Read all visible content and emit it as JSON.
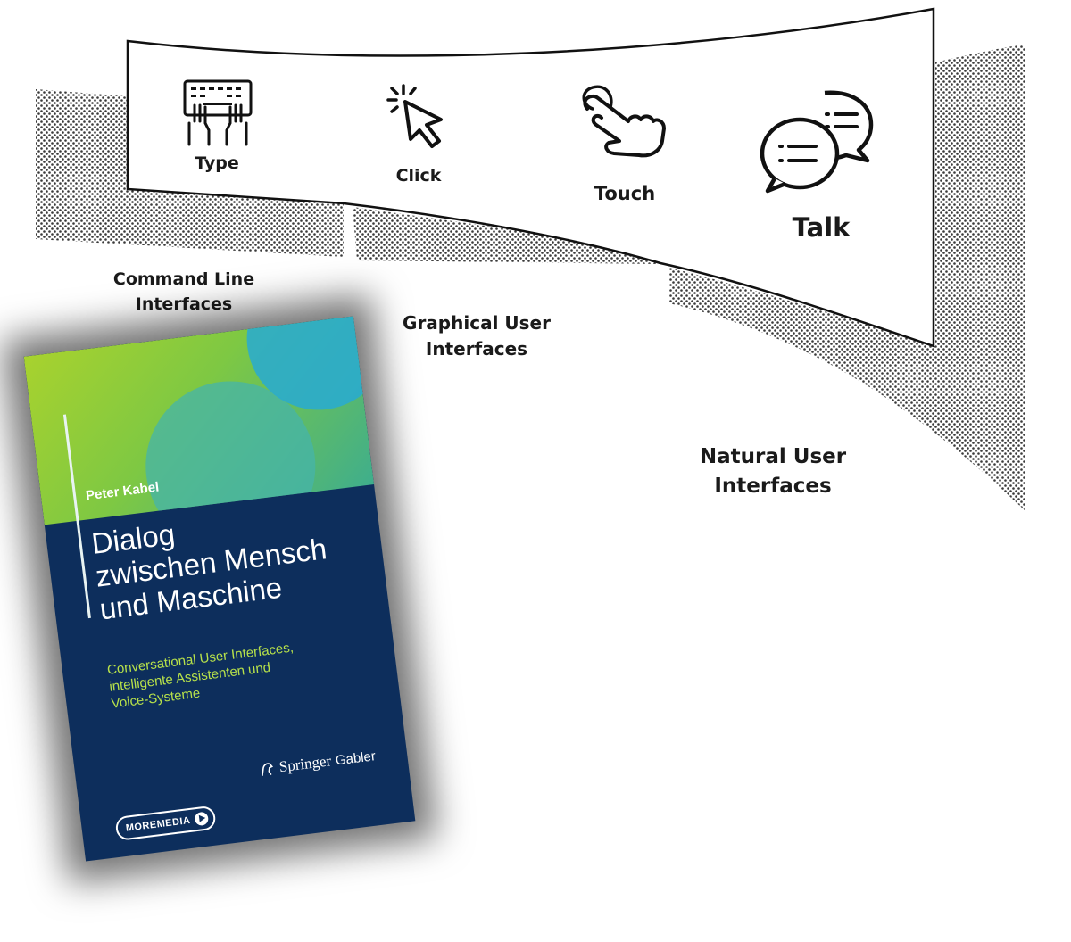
{
  "diagram": {
    "modes": [
      {
        "label": "Type",
        "icon": "keyboard-hands-icon"
      },
      {
        "label": "Click",
        "icon": "cursor-click-icon"
      },
      {
        "label": "Touch",
        "icon": "touch-hand-icon"
      },
      {
        "label": "Talk",
        "icon": "speech-bubbles-icon"
      }
    ],
    "eras": [
      {
        "line1": "Command Line",
        "line2": "Interfaces"
      },
      {
        "line1": "Graphical User",
        "line2": "Interfaces"
      },
      {
        "line1": "Natural User",
        "line2": "Interfaces"
      }
    ],
    "colors": {
      "band": "#ffffff",
      "outline": "#111111",
      "halftone": "#444444"
    }
  },
  "book": {
    "author": "Peter Kabel",
    "title_lines": [
      "Dialog",
      "zwischen Mensch",
      "und Maschine"
    ],
    "subtitle_lines": [
      "Conversational User Interfaces,",
      "intelligente Assistenten und",
      "Voice-Systeme"
    ],
    "publisher_main": "Springer",
    "publisher_imprint": "Gabler",
    "badge": "MOREMEDIA",
    "colors": {
      "cover_blue": "#0d2e5c",
      "cover_green": "#8cc63f",
      "subtitle_green": "#b7e14a"
    }
  }
}
